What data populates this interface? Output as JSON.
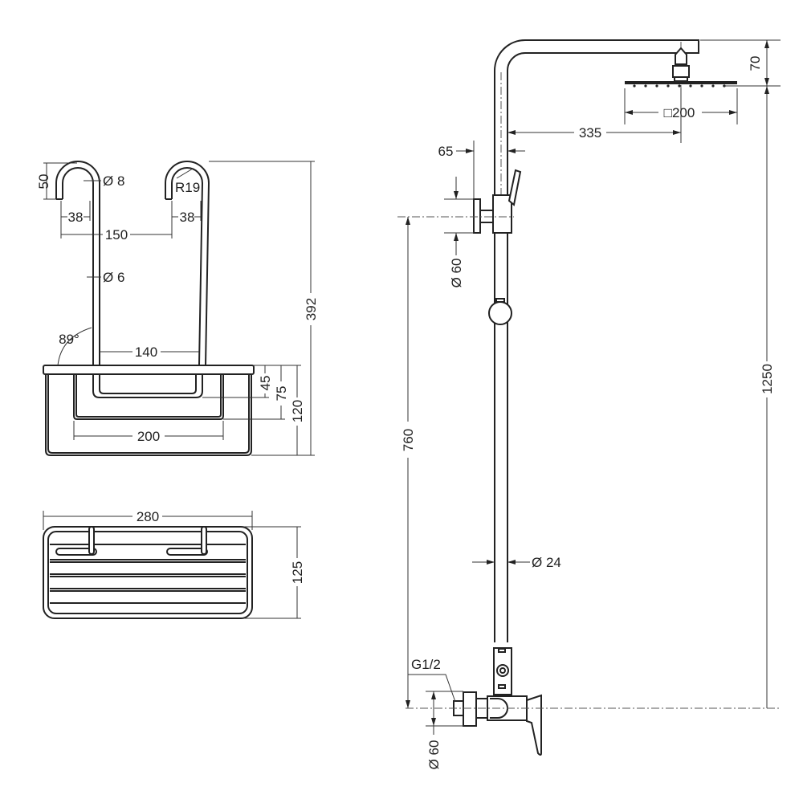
{
  "basket_front": {
    "hook_height": "50",
    "hook_wire_dia": "Ø 8",
    "hook_radius": "R19",
    "hook_width_left": "38",
    "hook_width_right": "38",
    "hook_spacing": "150",
    "hanger_wire_dia": "Ø 6",
    "angle": "89°",
    "inner_width": "140",
    "depth_45": "45",
    "depth_75": "75",
    "depth_120": "120",
    "total_height": "392",
    "tray_width": "200"
  },
  "basket_top": {
    "width": "280",
    "depth": "125"
  },
  "shower": {
    "head_drop": "70",
    "head_size": "□200",
    "arm_reach": "335",
    "column_offset": "65",
    "bracket_dia": "Ø 60",
    "column_height": "1250",
    "bracket_height": "760",
    "column_dia": "Ø 24",
    "inlet_thread": "G1/2",
    "flange_dia": "Ø 60"
  }
}
